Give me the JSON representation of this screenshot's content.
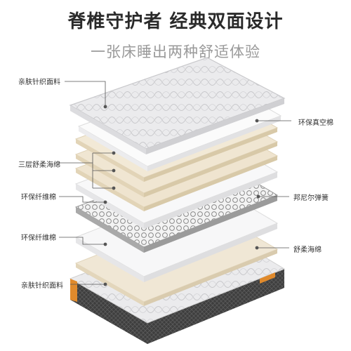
{
  "header": {
    "title": "脊椎守护者 经典双面设计",
    "subtitle": "一张床睡出两种舒适体验"
  },
  "labels": {
    "top_fabric": "亲肤针织面料",
    "eco_cotton_top": "环保真空棉",
    "triple_foam": "三层舒柔海绵",
    "fiber_cotton_1": "环保纤维棉",
    "pocket_springs": "邦尼尔弹簧",
    "fiber_cotton_2": "环保纤维棉",
    "soft_foam": "舒柔海绵",
    "bottom_fabric": "亲肤针织面料"
  },
  "colors": {
    "quilt": "#e9e9eb",
    "white_layer": "#fafafa",
    "foam": "#efe5d2",
    "spring": "#b8b8b8",
    "base_side": "#4a4a4a",
    "accent": "#e08a2c"
  }
}
